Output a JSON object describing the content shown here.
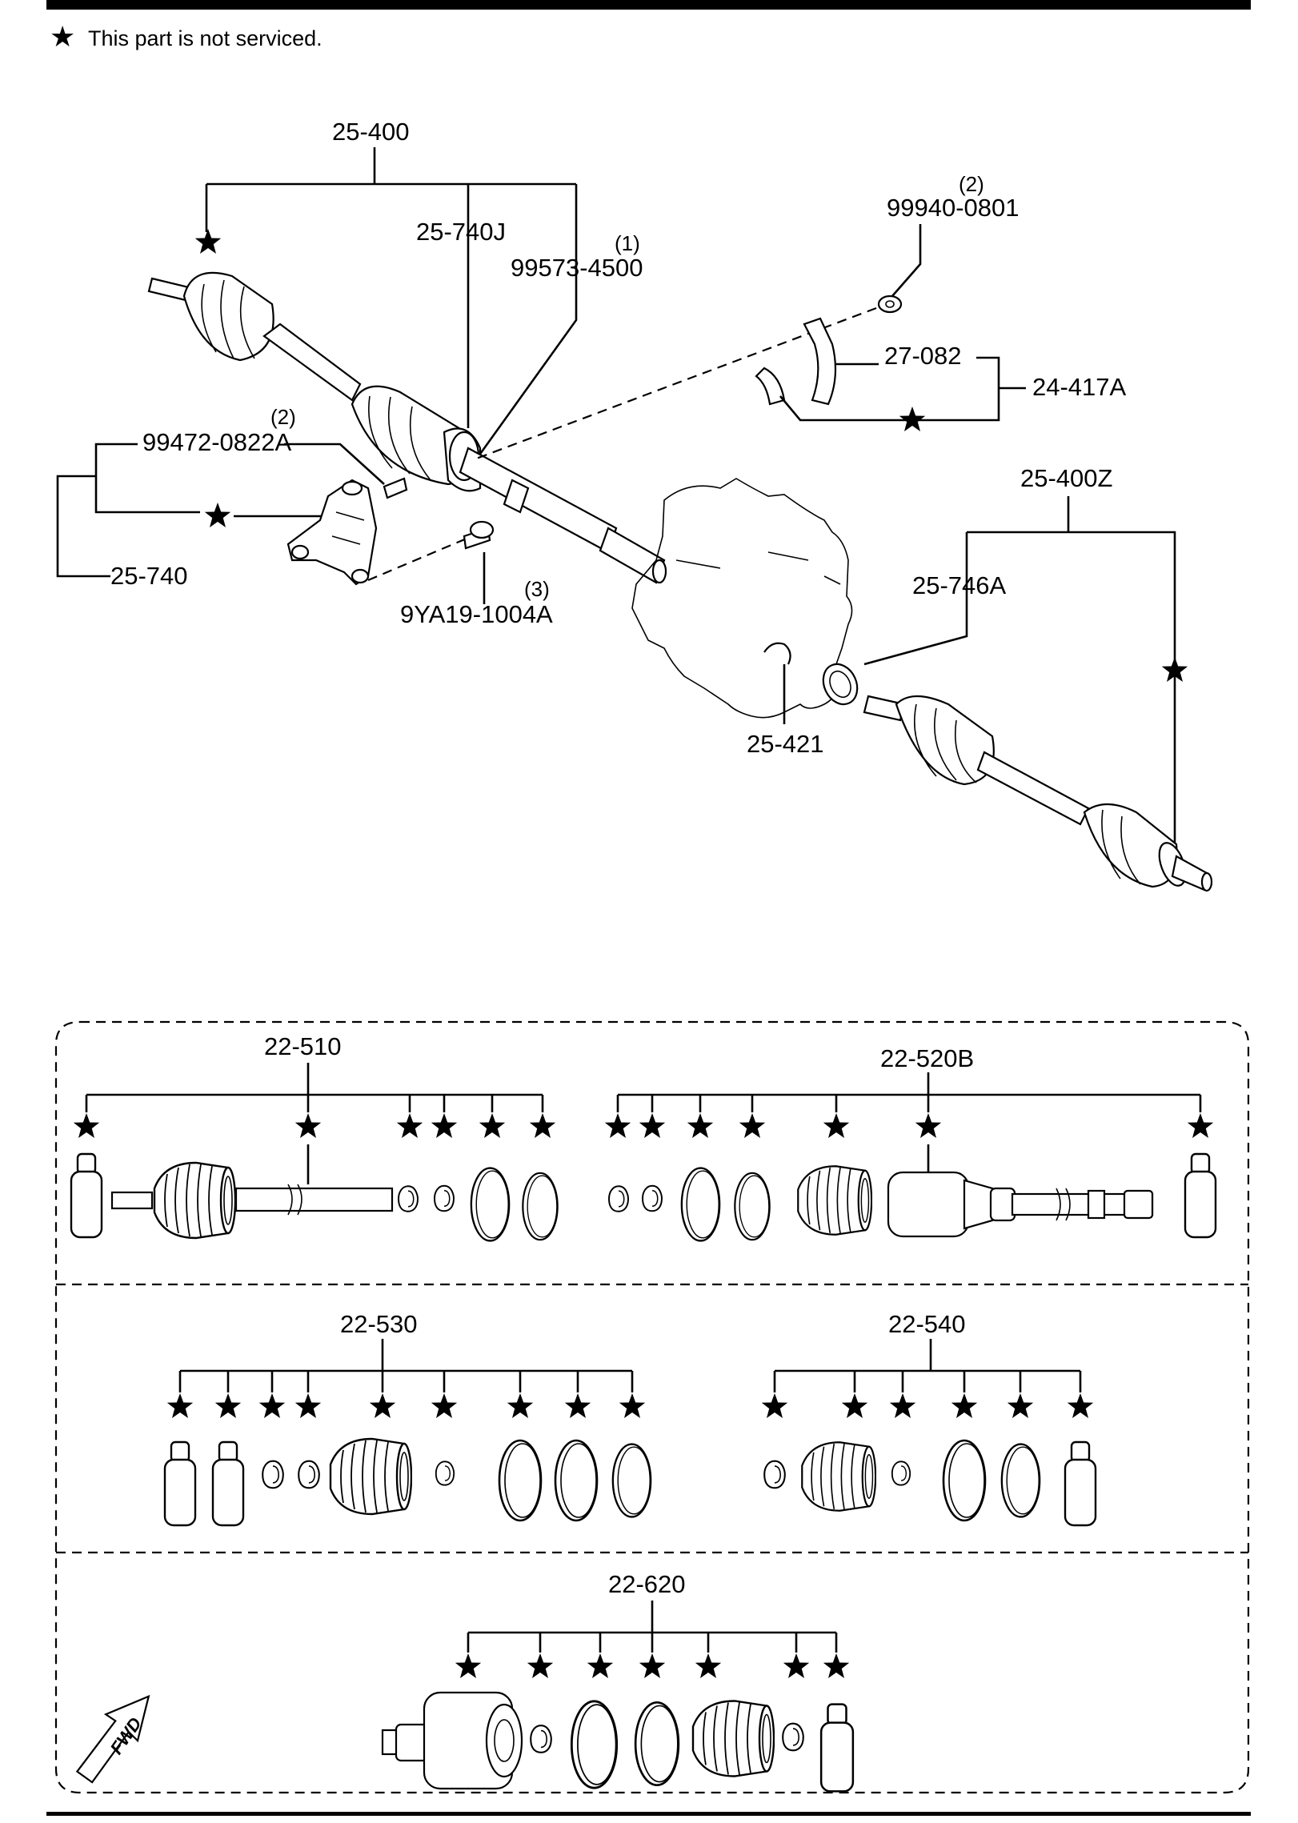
{
  "notice": {
    "star_glyph": "★",
    "text": "This part is not serviced."
  },
  "callouts": {
    "shaft_assembly": "25-400",
    "joint_shaft_bracket": "25-740J",
    "bolt_1": "99573-4500",
    "bolt_1_qty": "(1)",
    "nut_2": "99940-0801",
    "nut_2_qty": "(2)",
    "heat_insulator_part": "27-082",
    "heat_insulator": "24-417A",
    "stud_bolt": "99472-0822A",
    "stud_bolt_qty": "(2)",
    "bracket": "25-740",
    "bracket_bolt": "9YA19-1004A",
    "bracket_bolt_qty": "(3)",
    "shaft_assembly_right": "25-400Z",
    "oil_seal": "25-746A",
    "clip": "25-421"
  },
  "kits": {
    "kit_a": "22-510",
    "kit_b": "22-520B",
    "kit_c": "22-530",
    "kit_d": "22-540",
    "kit_e": "22-620"
  },
  "fwd_arrow": "FWD",
  "colors": {
    "ink": "#000000",
    "background": "#ffffff"
  }
}
